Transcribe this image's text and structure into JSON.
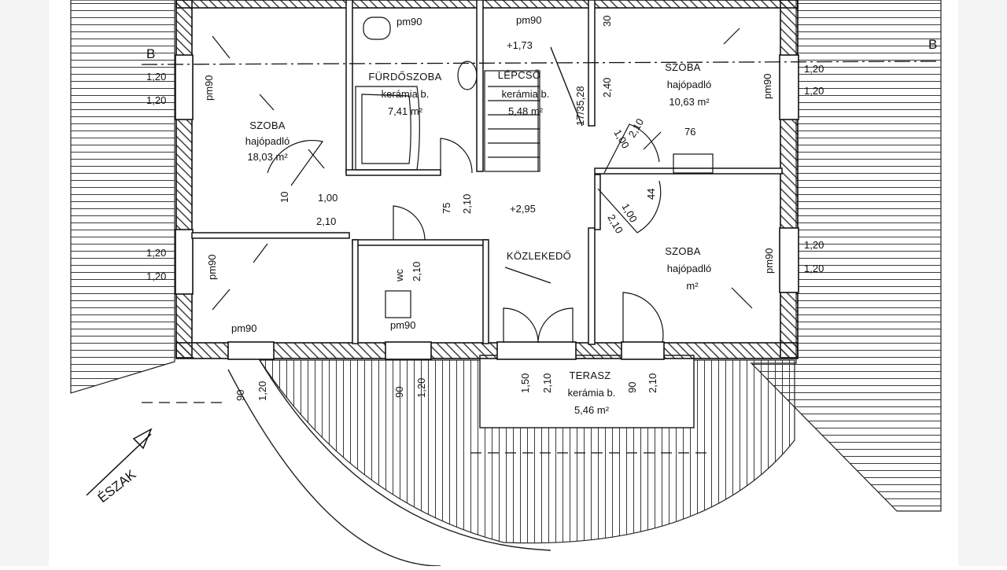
{
  "colors": {
    "paper": "#ffffff",
    "margin": "#f4f4f4",
    "ink": "#111111",
    "hatch": "#3a3a3a"
  },
  "section_marks": {
    "left": "B",
    "right": "B"
  },
  "north_label": "ÉSZAK",
  "rooms": {
    "szoba_left": {
      "name": "SZOBA",
      "floor": "hajópadló",
      "area": "18,03 m²"
    },
    "furdo": {
      "name": "FÜRDŐSZOBA",
      "floor": "kerámia b.",
      "area": "7,41 m²"
    },
    "lepcso": {
      "name": "LÉPCSŐ",
      "floor": "kerámia b.",
      "area": "5,48 m²"
    },
    "szoba_tr": {
      "name": "SZOBA",
      "floor": "hajópadló",
      "area": "10,63 m²"
    },
    "kozlekedo": {
      "name": "KÖZLEKEDŐ"
    },
    "szoba_br": {
      "name": "SZOBA",
      "floor": "hajópadló",
      "area": "m²"
    },
    "terasz": {
      "name": "TERASZ",
      "floor": "kerámia b.",
      "area": "5,46 m²"
    },
    "wc_small": {
      "name": "wc"
    }
  },
  "labels": {
    "wc_pm90": "pm90",
    "stair_pm90": "pm90",
    "lev_173": "+1,73",
    "dim_30": "30",
    "dim_240": "2,40",
    "stair_17": "17/35,28",
    "win_l1_a": "1,20",
    "win_l1_b": "1,20",
    "win_l1_pm": "pm90",
    "win_r1_a": "1,20",
    "win_r1_b": "1,20",
    "win_r1_pm": "pm90",
    "win_l2_a": "1,20",
    "win_l2_b": "1,20",
    "win_l2_pm": "pm90",
    "win_r2_a": "1,20",
    "win_r2_b": "1,20",
    "win_r2_pm": "pm90",
    "door_100a": "1,00",
    "door_210a": "2,10",
    "dim_10": "10",
    "door_75": "75",
    "door_210b": "2,10",
    "lev_295": "+2,95",
    "door_100b": "1,00",
    "door_210c": "2,10",
    "door_100c": "1,00",
    "door_210d": "2,10",
    "dim_44": "44",
    "dim_76": "76",
    "door_210e": "2,10",
    "small_pm90": "pm90",
    "bottom_pm90": "pm90",
    "win_s1_a": "90",
    "win_s1_b": "1,20",
    "win_s2_a": "90",
    "win_s2_b": "1,20",
    "ter_150": "1,50",
    "ter_210a": "2,10",
    "ter_90": "90",
    "ter_210b": "2,10"
  }
}
